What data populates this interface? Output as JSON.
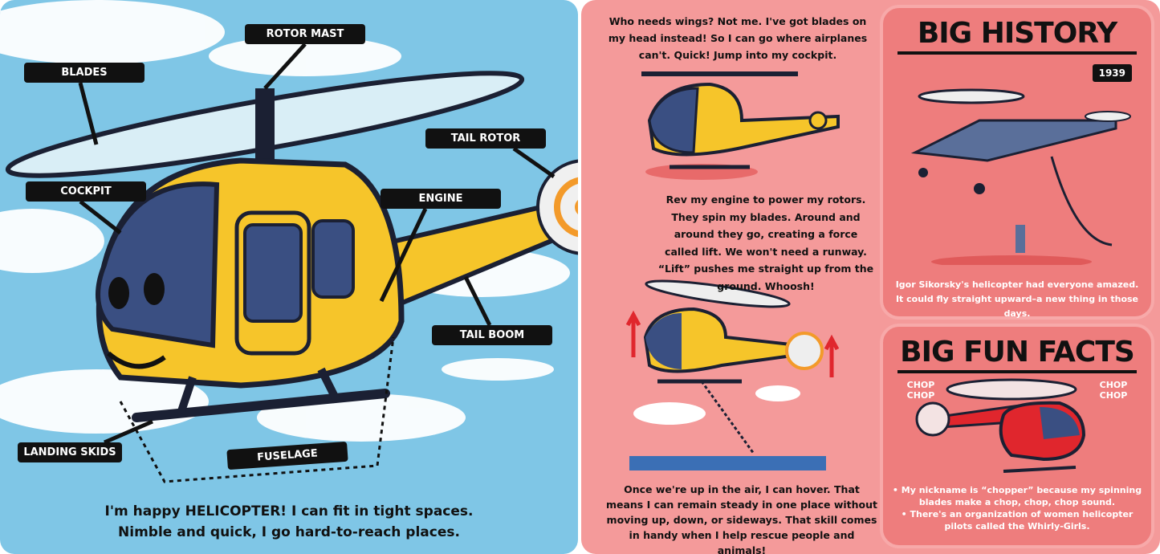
{
  "left_page": {
    "labels": {
      "rotor_mast": "ROTOR MAST",
      "blades": "BLADES",
      "tail_rotor": "TAIL ROTOR",
      "cockpit": "COCKPIT",
      "engine": "ENGINE",
      "tail_boom": "TAIL BOOM",
      "landing_skids": "LANDING SKIDS",
      "fuselage": "FUSELAGE"
    },
    "caption_line1_pre": "I'm happy ",
    "caption_bold": "HELICOPTER",
    "caption_line1_post": "! I can fit in tight spaces.",
    "caption_line2": "Nimble and quick, I go hard-to-reach places."
  },
  "right_page": {
    "intro": "Who needs wings? Not me. I've got blades on my head instead! So I can go where airplanes can't. Quick! Jump into my cockpit.",
    "middle": "Rev my engine to power my rotors. They spin my blades. Around and around they go, creating a force called lift. We won't need a runway. “Lift” pushes me straight up from the ground. Whoosh!",
    "bottom": "Once we're up in the air, I can hover. That means I can remain steady in one place without moving up, down, or sideways. That skill comes in handy when I help rescue people and animals!",
    "history": {
      "title": "BIG HISTORY",
      "year": "1939",
      "text": "Igor Sikorsky's helicopter had everyone amazed. It could fly straight upward–a new thing in those days."
    },
    "fun_facts": {
      "title": "BIG FUN FACTS",
      "chop_left": "CHOP CHOP",
      "chop_right": "CHOP CHOP",
      "fact1": "• My nickname is “chopper” because my spinning blades make a chop, chop, chop sound.",
      "fact2": "• There's an organization of women helicopter pilots  called the Whirly-Girls."
    }
  },
  "colors": {
    "sky": "#7fc6e6",
    "pink": "#f49a9a",
    "box": "#ee7d7d",
    "yellow": "#f6c52a",
    "navy": "#3a4f82",
    "red": "#e0262d"
  }
}
